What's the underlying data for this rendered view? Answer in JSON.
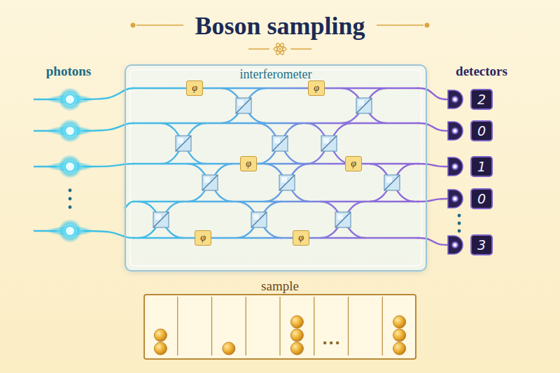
{
  "diagram": {
    "title": "Boson sampling",
    "nodes": [
      {
        "text": [
          "interferometer"
        ]
      },
      {
        "text": [
          "φ"
        ],
        "in": 0
      },
      {
        "text": [
          "φ"
        ],
        "in": 0
      },
      {
        "text": [
          "φ"
        ],
        "in": 0
      },
      {
        "text": [
          "φ"
        ],
        "in": 0
      },
      {
        "text": [
          "φ"
        ],
        "in": 0
      },
      {
        "text": [
          "φ"
        ],
        "in": 0
      },
      {
        "text": [
          "2"
        ]
      },
      {
        "text": [
          "0"
        ]
      },
      {
        "text": [
          "1"
        ]
      },
      {
        "text": [
          "0"
        ]
      },
      {
        "text": [
          "3"
        ]
      },
      {
        "text": [
          "sample"
        ]
      }
    ],
    "labels": [
      "photons",
      "detectors"
    ]
  }
}
